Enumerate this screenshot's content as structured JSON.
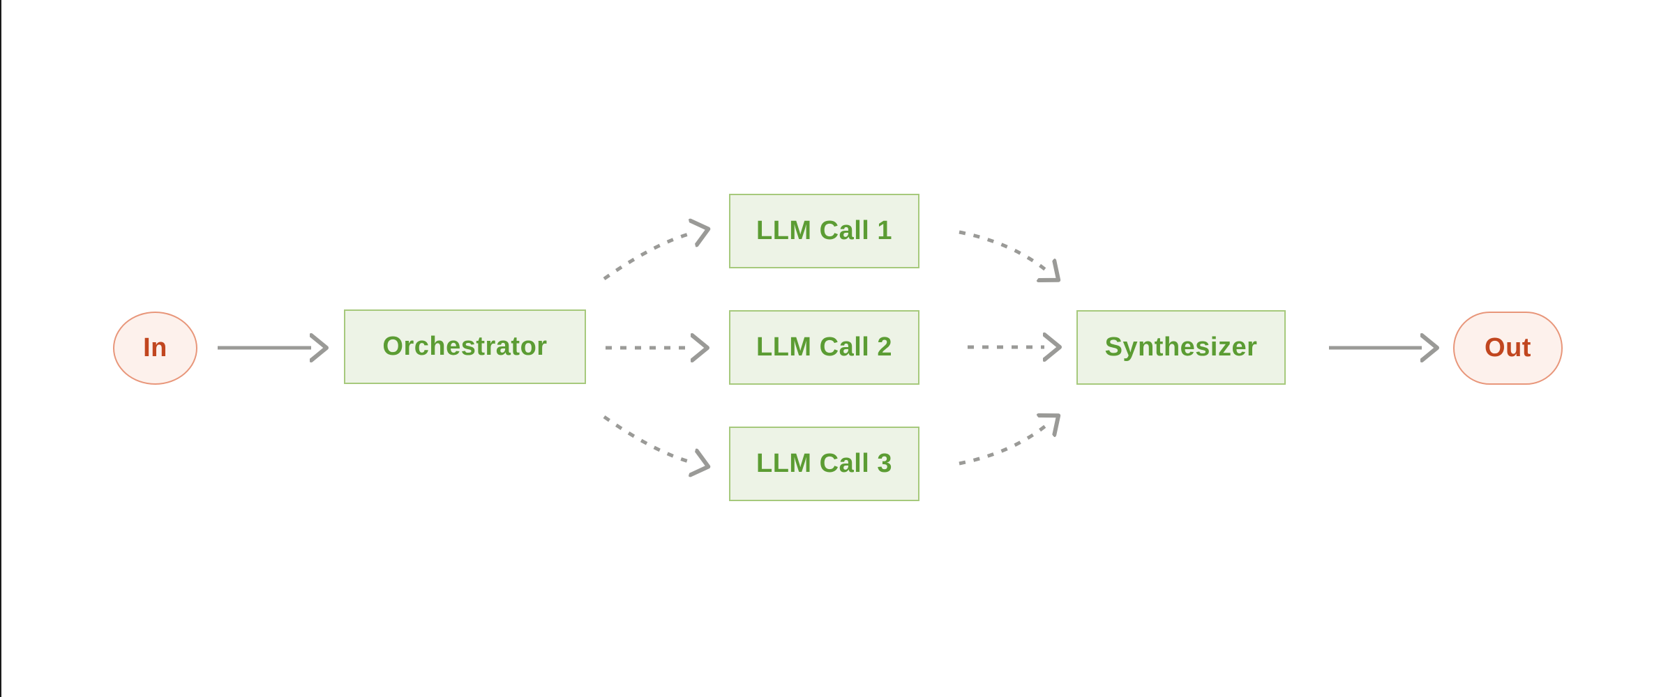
{
  "diagram": {
    "name": "orchestrator-workers-workflow",
    "colors": {
      "node_green_bg": "#edf3e6",
      "node_green_border": "#a6c97c",
      "node_green_text": "#5b9c33",
      "terminal_bg": "#fdf1ec",
      "terminal_border": "#e8967a",
      "terminal_text": "#c1461f",
      "arrow": "#9a9a97",
      "edge_line": "#1a1a1a"
    },
    "nodes": {
      "input": {
        "label": "In",
        "shape": "circle"
      },
      "orchestrator": {
        "label": "Orchestrator",
        "shape": "rect"
      },
      "llm_call_1": {
        "label": "LLM Call 1",
        "shape": "rect"
      },
      "llm_call_2": {
        "label": "LLM Call 2",
        "shape": "rect"
      },
      "llm_call_3": {
        "label": "LLM Call 3",
        "shape": "rect"
      },
      "synthesizer": {
        "label": "Synthesizer",
        "shape": "rect"
      },
      "output": {
        "label": "Out",
        "shape": "pill"
      }
    },
    "edges": [
      {
        "from": "In",
        "to": "Orchestrator",
        "style": "solid"
      },
      {
        "from": "Orchestrator",
        "to": "LLM Call 1",
        "style": "dashed-curve"
      },
      {
        "from": "Orchestrator",
        "to": "LLM Call 2",
        "style": "dashed-straight"
      },
      {
        "from": "Orchestrator",
        "to": "LLM Call 3",
        "style": "dashed-curve"
      },
      {
        "from": "LLM Call 1",
        "to": "Synthesizer",
        "style": "dashed-curve"
      },
      {
        "from": "LLM Call 2",
        "to": "Synthesizer",
        "style": "dashed-straight"
      },
      {
        "from": "LLM Call 3",
        "to": "Synthesizer",
        "style": "dashed-curve"
      },
      {
        "from": "Synthesizer",
        "to": "Out",
        "style": "solid"
      }
    ]
  }
}
